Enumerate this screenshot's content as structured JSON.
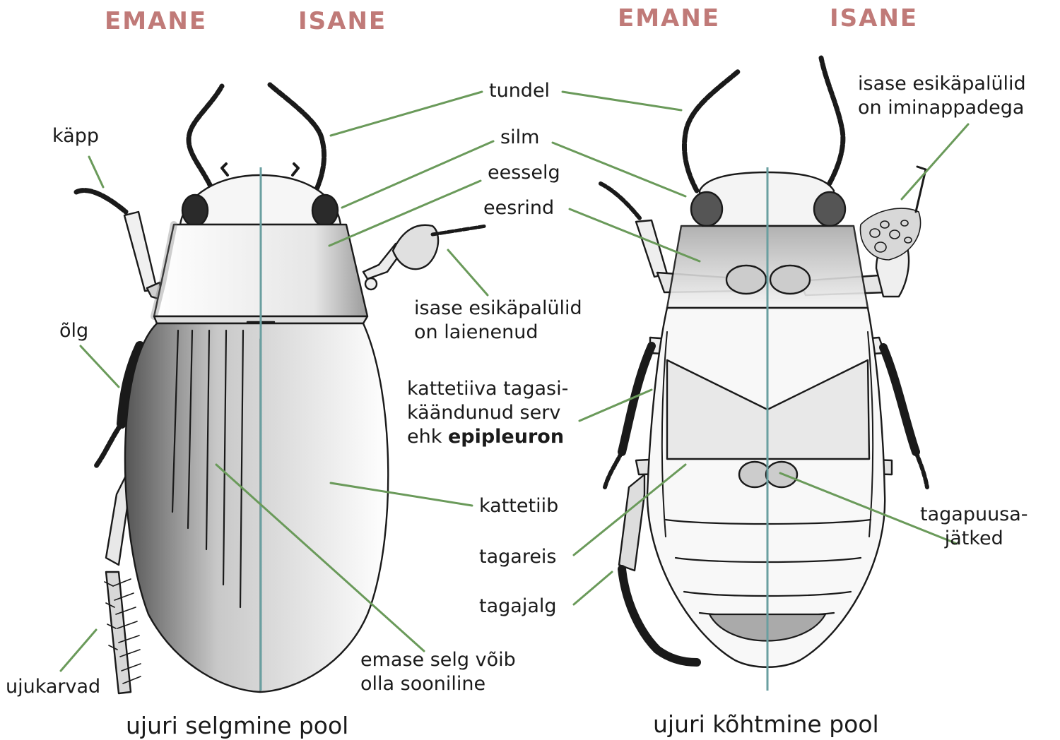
{
  "colors": {
    "header": "#c07a78",
    "leader_line": "#6a9a5a",
    "midline": "#6a9fa0",
    "ink": "#1a1a1a"
  },
  "headers": {
    "dorsal_female": "EMANE",
    "dorsal_male": "ISANE",
    "ventral_female": "EMANE",
    "ventral_male": "ISANE"
  },
  "labels": {
    "kapp": "käpp",
    "olg": "õlg",
    "ujukarvad": "ujukarvad",
    "tundel": "tundel",
    "silm": "silm",
    "eesselg": "eesselg",
    "eesrind": "eesrind",
    "isase_laienenud_1": "isase esikäpalülid",
    "isase_laienenud_2": "on laienenud",
    "epipleuron_1": "kattetiiva tagasi-",
    "epipleuron_2": "käändunud serv",
    "epipleuron_3a": "ehk ",
    "epipleuron_3b": "epipleuron",
    "kattetiib": "kattetiib",
    "tagareis": "tagareis",
    "tagajalg": "tagajalg",
    "emase_1": "emase selg võib",
    "emase_2": "olla sooniline",
    "iminapp_1": "isase esikäpalülid",
    "iminapp_2": "on iminappadega",
    "tagapuusa_1": "tagapuusa-",
    "tagapuusa_2": "jätked"
  },
  "captions": {
    "dorsal": "ujuri selgmine pool",
    "ventral": "ujuri kõhtmine pool"
  }
}
